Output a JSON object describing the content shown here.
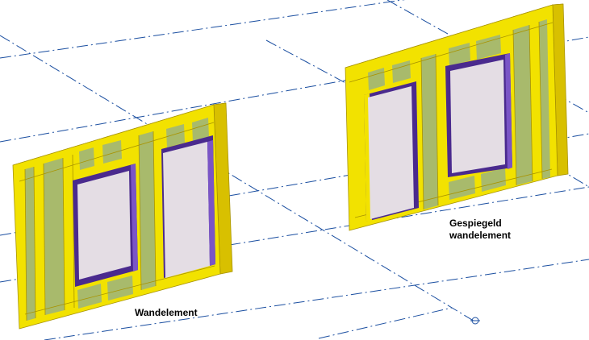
{
  "labels": {
    "wall_element": "Wandelement",
    "mirrored_line1": "Gespiegeld",
    "mirrored_line2": "wandelement"
  },
  "colors": {
    "timber_front": "#f2e200",
    "timber_side": "#d8c000",
    "timber_edge": "#a89300",
    "infill": "#a8ba6c",
    "glass": "#e4dde4",
    "window_frame": "#4a2a8e",
    "window_frame_light": "#7a55c6",
    "construction_line": "#1a4ea0"
  },
  "icons": [
    "mirror-point-marker-icon"
  ]
}
